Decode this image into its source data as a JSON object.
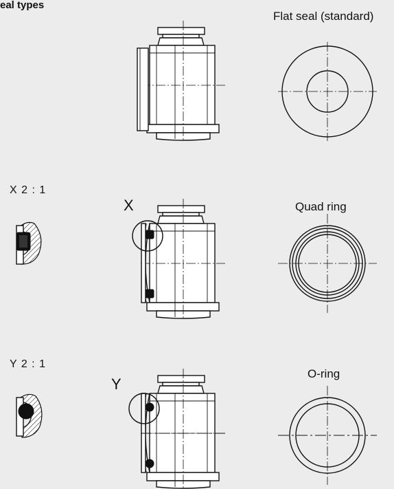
{
  "title": "eal types",
  "variants": [
    {
      "label": "Flat seal (standard)"
    },
    {
      "label": "Quad ring",
      "callout": "X",
      "detail_label": "X  2 : 1"
    },
    {
      "label": "O-ring",
      "callout": "Y",
      "detail_label": "Y  2 : 1"
    }
  ]
}
